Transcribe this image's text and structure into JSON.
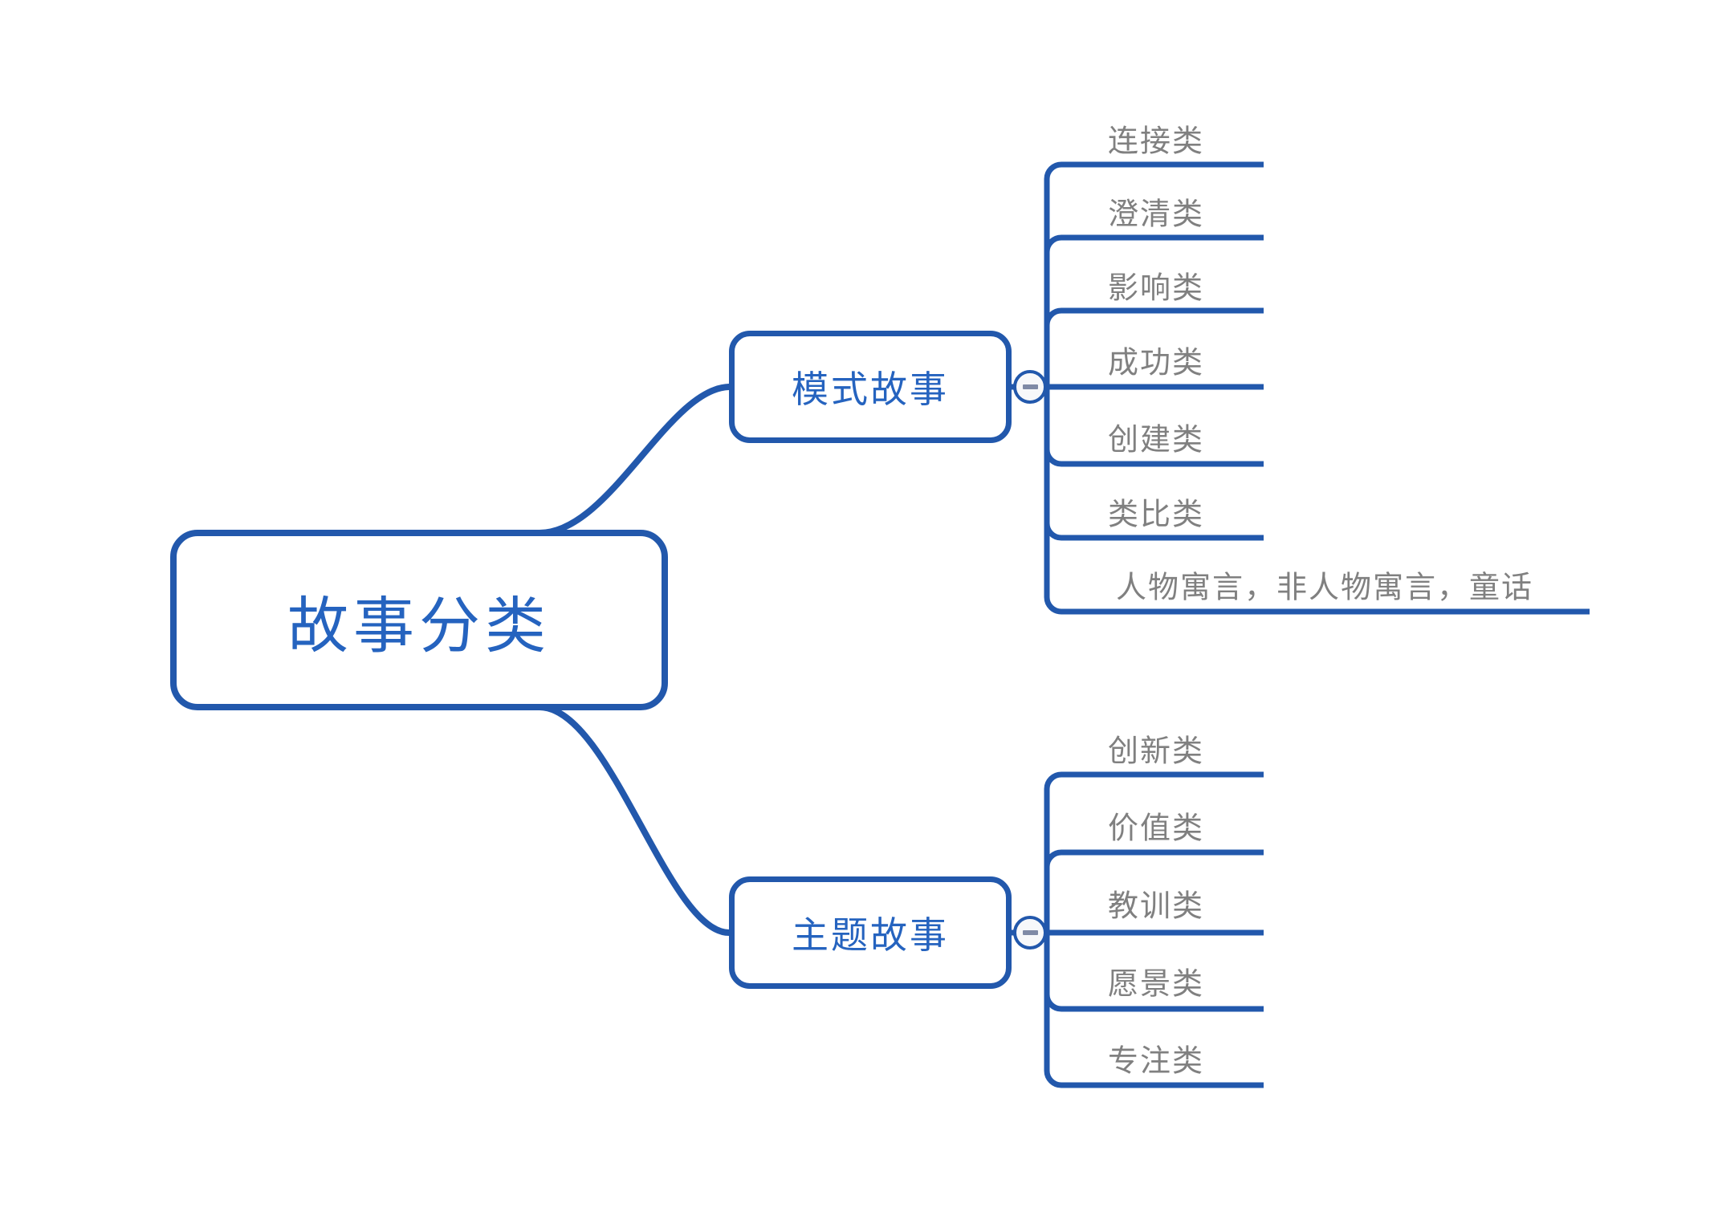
{
  "diagram": {
    "title": "故事分类",
    "type": "mind-map",
    "background_color": "#ffffff",
    "accent_color": "#2258ac",
    "node_text_color": "#2563bf",
    "leaf_text_color": "#808080"
  },
  "root": {
    "label": "故事分类"
  },
  "branches": [
    {
      "label": "模式故事",
      "toggle_icon": "minus-circle-icon",
      "toggle_state": "expanded",
      "children": [
        {
          "label": "连接类"
        },
        {
          "label": "澄清类"
        },
        {
          "label": "影响类"
        },
        {
          "label": "成功类"
        },
        {
          "label": "创建类"
        },
        {
          "label": "类比类"
        },
        {
          "label": "人物寓言，非人物寓言，童话"
        }
      ]
    },
    {
      "label": "主题故事",
      "toggle_icon": "minus-circle-icon",
      "toggle_state": "expanded",
      "children": [
        {
          "label": "创新类"
        },
        {
          "label": "价值类"
        },
        {
          "label": "教训类"
        },
        {
          "label": "愿景类"
        },
        {
          "label": "专注类"
        }
      ]
    }
  ]
}
